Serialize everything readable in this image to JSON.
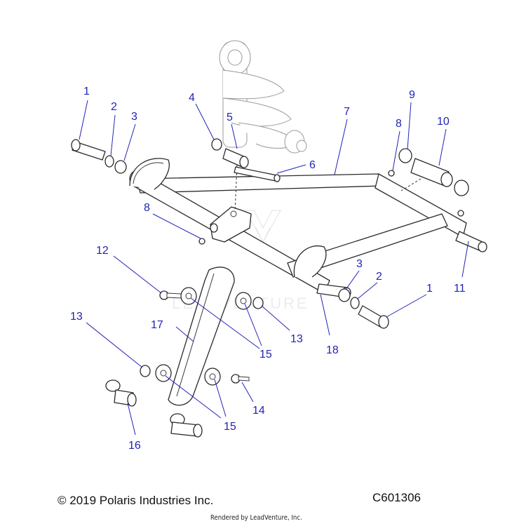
{
  "callouts": [
    {
      "id": "c1a",
      "label": "1"
    },
    {
      "id": "c2a",
      "label": "2"
    },
    {
      "id": "c3a",
      "label": "3"
    },
    {
      "id": "c4",
      "label": "4"
    },
    {
      "id": "c5",
      "label": "5"
    },
    {
      "id": "c6",
      "label": "6"
    },
    {
      "id": "c7",
      "label": "7"
    },
    {
      "id": "c8a",
      "label": "8"
    },
    {
      "id": "c9",
      "label": "9"
    },
    {
      "id": "c10",
      "label": "10"
    },
    {
      "id": "c8b",
      "label": "8"
    },
    {
      "id": "c11",
      "label": "11"
    },
    {
      "id": "c12",
      "label": "12"
    },
    {
      "id": "c3b",
      "label": "3"
    },
    {
      "id": "c2b",
      "label": "2"
    },
    {
      "id": "c1b",
      "label": "1"
    },
    {
      "id": "c13a",
      "label": "13"
    },
    {
      "id": "c17",
      "label": "17"
    },
    {
      "id": "c15a",
      "label": "15"
    },
    {
      "id": "c13b",
      "label": "13"
    },
    {
      "id": "c18",
      "label": "18"
    },
    {
      "id": "c14",
      "label": "14"
    },
    {
      "id": "c15b",
      "label": "15"
    },
    {
      "id": "c16",
      "label": "16"
    }
  ],
  "footer": {
    "copyright": "© 2019 Polaris Industries Inc.",
    "figure_id": "C601306",
    "rendered_by": "Rendered by LeadVenture, Inc."
  },
  "watermark": {
    "text": "LEADVENTURE"
  },
  "colors": {
    "callout": "#2323b8",
    "line": "#2a2a2a",
    "background": "#ffffff"
  }
}
